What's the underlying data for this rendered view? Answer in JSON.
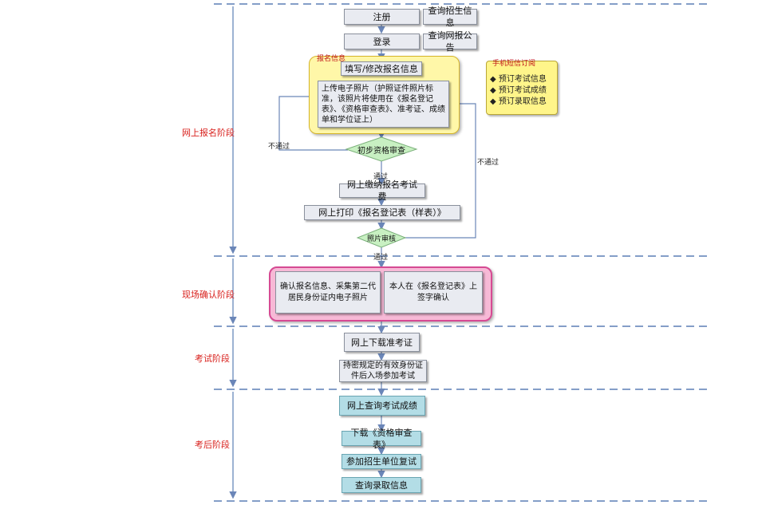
{
  "stages": {
    "online_signup": "网上报名阶段",
    "onsite_confirm": "现场确认阶段",
    "exam": "考试阶段",
    "post_exam": "考后阶段"
  },
  "nodes": {
    "register": "注册",
    "query_admission_info": "查询招生信息",
    "login": "登录",
    "query_announcement": "查询网报公告",
    "signup_group_title": "报名信息",
    "fill_signup_info": "填写/修改报名信息",
    "upload_photo": "上传电子照片（护照证件照片标准，该照片将使用在《报名登记表》、《资格审查表》、准考证、成绩单和学位证上）",
    "initial_review": "初步资格审查",
    "pay_fee": "网上缴纳报名考试费",
    "print_form": "网上打印《报名登记表（样表）》",
    "photo_review": "照片审核",
    "confirm_info": "确认报名信息、采集第二代居民身份证内电子照片",
    "sign_confirm": "本人在《报名登记表》上签字确认",
    "download_ticket": "网上下载准考证",
    "enter_exam": "持密规定的有效身份证件后入场参加考试",
    "query_score": "网上查询考试成绩",
    "download_review_form": "下载《资格审查表》",
    "retest": "参加招生单位复试",
    "query_admission": "查询录取信息"
  },
  "edge_labels": {
    "pass_1": "通过",
    "pass_2": "通过",
    "fail_left": "不通过",
    "fail_right": "不通过"
  },
  "mobile_note": {
    "title": "手机短信订阅",
    "items": [
      "预订考试信息",
      "预订考试成绩",
      "预订录取信息"
    ]
  },
  "colors": {
    "stage_label": "#d8201c",
    "dashed_line": "#5b7fb5",
    "arrow": "#6b86b8",
    "yellow_group": "#fff7a8",
    "pink_group": "#f7b9d6",
    "diamond": "#c8f0c2",
    "teal_box": "#b3dde6"
  }
}
